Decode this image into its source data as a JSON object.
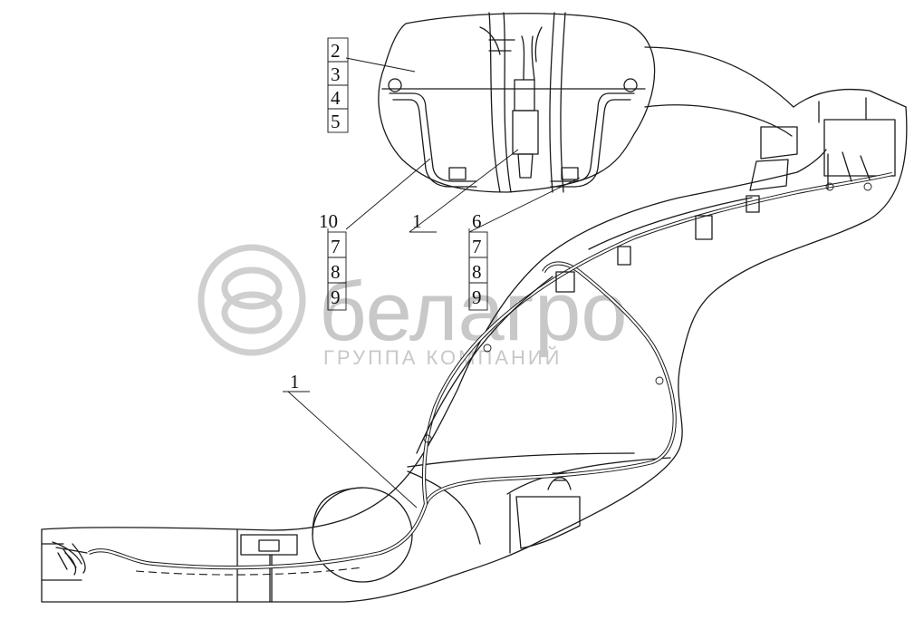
{
  "watermark": {
    "brand": "белагро",
    "subtitle": "ГРУППА КОМПАНИЙ"
  },
  "callouts": {
    "left_stack_top": [
      "2",
      "3",
      "4",
      "5"
    ],
    "left_stack_bottom": [
      "10",
      "7",
      "8",
      "9"
    ],
    "center_label": "1",
    "right_stack": [
      "6",
      "7",
      "8",
      "9"
    ],
    "lower_label": "1"
  }
}
